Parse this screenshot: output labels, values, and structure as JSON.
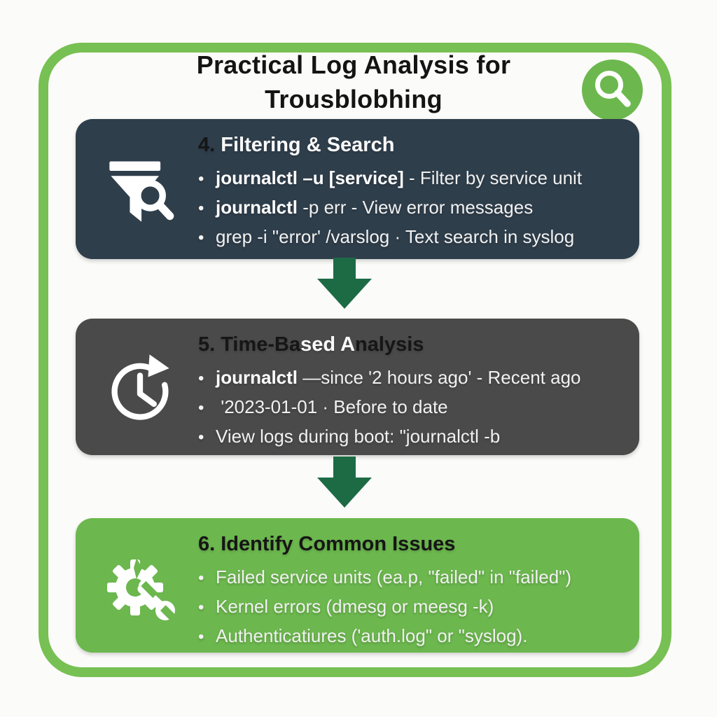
{
  "title": {
    "line1": "Practical Log Analysis for",
    "line2": "Trousblobhing"
  },
  "colors": {
    "frame_green": "#77c053",
    "badge_green": "#6cb84f",
    "panel1_bg": "#2f3e4b",
    "panel2_bg": "#4a4a4a",
    "panel3_bg": "#6cb74e",
    "arrow_green": "#1d6b45",
    "heading_dark": "#161616",
    "text_light": "#f1f1f1"
  },
  "header_icon": "search-icon",
  "panels": [
    {
      "icon": "filter-search-icon",
      "heading": [
        {
          "text": "4.",
          "tone": "dark"
        },
        {
          "text": " Filtering & Search",
          "tone": "light"
        }
      ],
      "bullets": [
        {
          "bold": "journalctl –u [service]",
          "rest": " - Filter by service unit"
        },
        {
          "bold": "journalctl",
          "rest": " -p err - View error messages"
        },
        {
          "bold": "",
          "rest": "grep -i \"error' /varslog · Text search in syslog"
        }
      ]
    },
    {
      "icon": "history-clock-icon",
      "heading": [
        {
          "text": "5. Time-Ba",
          "tone": "dark"
        },
        {
          "text": "sed A",
          "tone": "light"
        },
        {
          "text": "nalysis",
          "tone": "dark"
        }
      ],
      "bullets": [
        {
          "bold": "journalctl",
          "rest": " —since '2 hours ago' - Recent ago"
        },
        {
          "bold": "",
          "rest": " '2023-01-01 · Before to date"
        },
        {
          "bold": "",
          "rest": "View logs during boot: \"journalctl -b"
        }
      ]
    },
    {
      "icon": "gear-wrench-icon",
      "heading": [
        {
          "text": "6. Identify Common Issues",
          "tone": "dark"
        }
      ],
      "bullets": [
        {
          "bold": "",
          "rest": "Failed service units (ea.p, \"failed\" in \"failed\")"
        },
        {
          "bold": "",
          "rest": "Kernel errors (dmesg or meesg -k)"
        },
        {
          "bold": "",
          "rest": "Authenticatiures ('auth.log\" or \"syslog)."
        }
      ]
    }
  ]
}
